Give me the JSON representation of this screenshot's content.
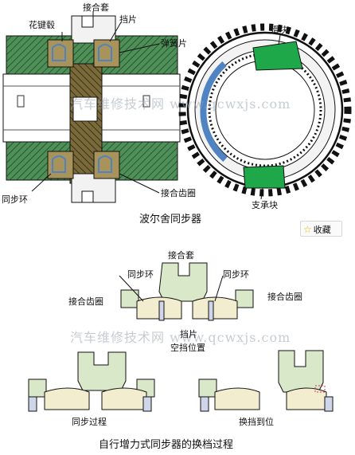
{
  "top_left_labels": {
    "sleeve": "接合套",
    "hub": "花键毂",
    "stop_plate": "挡片",
    "spring": "弹簧片",
    "sync_ring": "同步环",
    "gear_ring": "接合齿圈"
  },
  "top_right_labels": {
    "slider": "滑块",
    "support": "支承块"
  },
  "top_caption": "波尔舍同步器",
  "favorite": {
    "icon": "star-icon",
    "label": "收藏"
  },
  "bottom_labels": {
    "sleeve": "接合套",
    "sync_ring_left": "同步环",
    "sync_ring_right": "同步环",
    "gear_left": "接合齿圈",
    "gear_right": "接合齿圈",
    "stop_plate": "挡片",
    "neutral": "空挡位置",
    "syncing": "同步过程",
    "engaged": "换挡到位"
  },
  "bottom_caption": "自行增力式同步器的换档过程",
  "watermark": "汽车维修技术网  www.qcwxjs.com",
  "colors": {
    "hub_green": "#3d8a4c",
    "slider_green": "#1fa84a",
    "ring_blue": "#4f83c2",
    "sleeve_fill": "#d9e8c9",
    "sync_fill": "#f3edcf",
    "plate_fill": "#cfd6ea"
  }
}
